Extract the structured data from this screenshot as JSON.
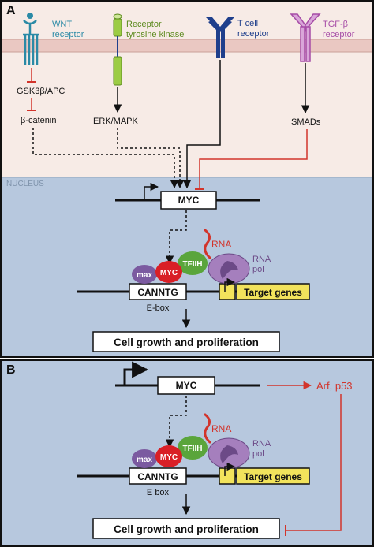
{
  "panel_a": {
    "letter": "A",
    "receptors": {
      "wnt": {
        "line1": "WNT",
        "line2": "receptor",
        "color": "#2b8aa6"
      },
      "rtk": {
        "line1": "Receptor",
        "line2": "tyrosine kinase",
        "color": "#5c8a1e"
      },
      "tcell": {
        "line1": "T cell",
        "line2": "receptor",
        "color": "#1f3f8c"
      },
      "tgfb": {
        "line1": "TGF-β",
        "line2": "receptor",
        "color": "#a64ca6"
      }
    },
    "signals": {
      "gsk": "GSK3β/APC",
      "catenin": "β-catenin",
      "erk": "ERK/MAPK",
      "smads": "SMADs"
    },
    "nucleus_label": "NUCLEUS",
    "gene_label": "MYC",
    "rna_label": "RNA",
    "max_label": "max",
    "myc_protein_label": "MYC",
    "tfiih_label": "TFIIH",
    "pol_line1": "RNA",
    "pol_line2": "pol",
    "ebox_seq": "CANNTG",
    "ebox_label": "E-box",
    "target_label": "Target genes",
    "outcome_label": "Cell growth and proliferation"
  },
  "panel_b": {
    "letter": "B",
    "gene_label": "MYC",
    "arf_label": "Arf, p53",
    "rna_label": "RNA",
    "max_label": "max",
    "myc_protein_label": "MYC",
    "tfiih_label": "TFIIH",
    "pol_line1": "RNA",
    "pol_line2": "pol",
    "ebox_seq": "CANNTG",
    "ebox_label": "E box",
    "target_label": "Target genes",
    "outcome_label": "Cell growth and proliferation"
  },
  "colors": {
    "cytoplasm": "#f7ebe6",
    "membrane": "#eac8c2",
    "nucleus": "#b7c8de",
    "panel_b_bg": "#b7c8de",
    "inhibition": "#d2342b",
    "max": "#7b5aa0",
    "myc": "#d91f26",
    "tfiih": "#5aa53b",
    "polymerase": "#a57fbd",
    "target_box": "#f2e35c",
    "nucleus_label": "#7f93ab"
  }
}
